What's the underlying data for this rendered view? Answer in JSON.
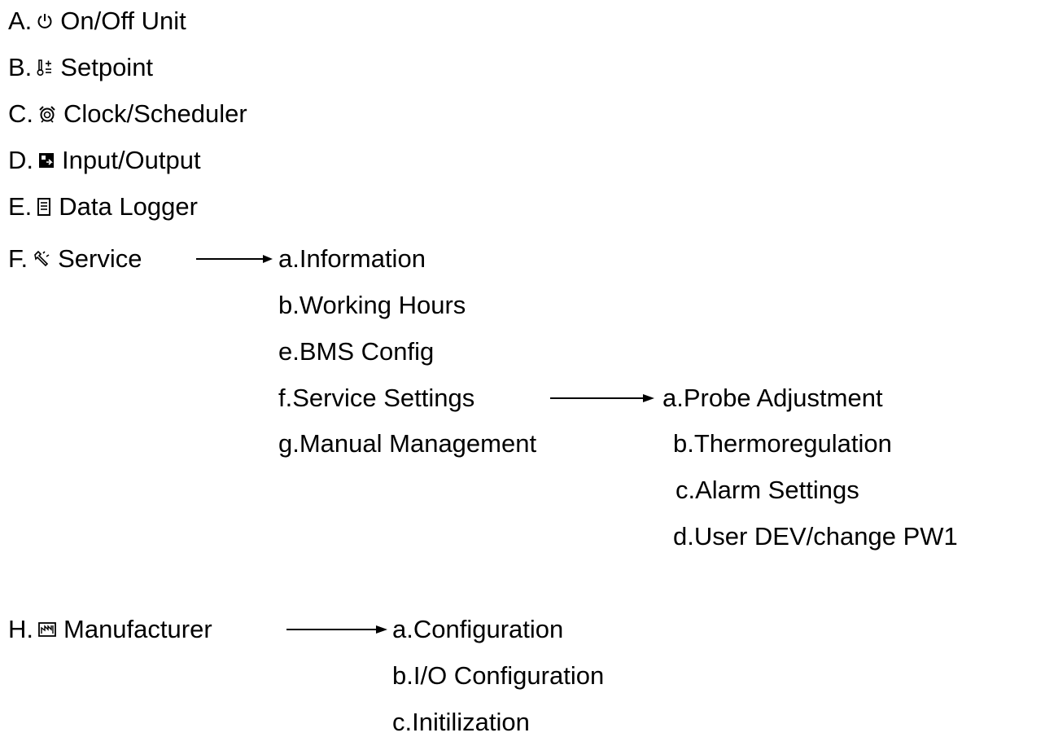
{
  "main_menu": [
    {
      "letter": "A.",
      "label": "On/Off Unit",
      "icon": "power-icon"
    },
    {
      "letter": "B.",
      "label": "Setpoint",
      "icon": "thermometer-setpoint-icon"
    },
    {
      "letter": "C.",
      "label": "Clock/Scheduler",
      "icon": "alarm-clock-icon"
    },
    {
      "letter": "D.",
      "label": "Input/Output",
      "icon": "input-output-icon"
    },
    {
      "letter": "E.",
      "label": "Data Logger",
      "icon": "document-icon"
    },
    {
      "letter": "F.",
      "label": "Service",
      "icon": "wrench-icon"
    },
    {
      "letter": "H.",
      "label": "Manufacturer",
      "icon": "factory-icon"
    }
  ],
  "service_submenu": [
    "a.Information",
    "b.Working Hours",
    "e.BMS Config",
    "f.Service Settings",
    "g.Manual Management"
  ],
  "service_settings_submenu": [
    "a.Probe Adjustment",
    "b.Thermoregulation",
    "c.Alarm Settings",
    "d.User DEV/change PW1"
  ],
  "manufacturer_submenu": [
    "a.Configuration",
    "b.I/O Configuration",
    "c.Initilization"
  ]
}
